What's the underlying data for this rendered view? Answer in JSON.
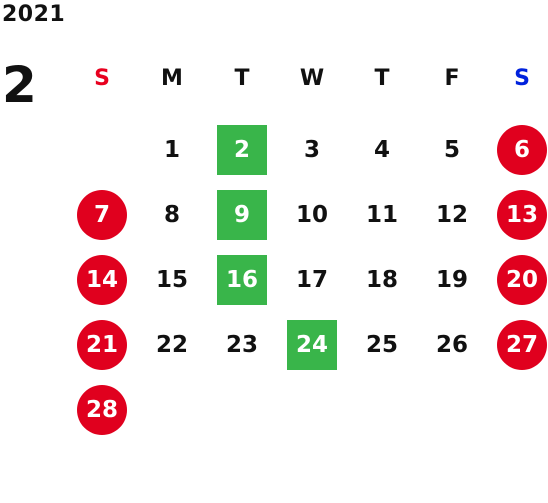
{
  "calendar": {
    "year": "2021",
    "month": "2",
    "weekdays": [
      "S",
      "M",
      "T",
      "W",
      "T",
      "F",
      "S"
    ],
    "first_weekday_index": 1,
    "days": [
      "1",
      "2",
      "3",
      "4",
      "5",
      "6",
      "7",
      "8",
      "9",
      "10",
      "11",
      "12",
      "13",
      "14",
      "15",
      "16",
      "17",
      "18",
      "19",
      "20",
      "21",
      "22",
      "23",
      "24",
      "25",
      "26",
      "27",
      "28"
    ],
    "highlighted_event_days": [
      "2",
      "9",
      "16",
      "24"
    ],
    "holiday_style_days": [
      "6",
      "7",
      "13",
      "14",
      "20",
      "21",
      "27",
      "28"
    ],
    "colors": {
      "sunday_header": "#e8001f",
      "saturday_header": "#0022dd",
      "holiday_circle": "#e0001e",
      "event_square": "#39b54a"
    }
  }
}
